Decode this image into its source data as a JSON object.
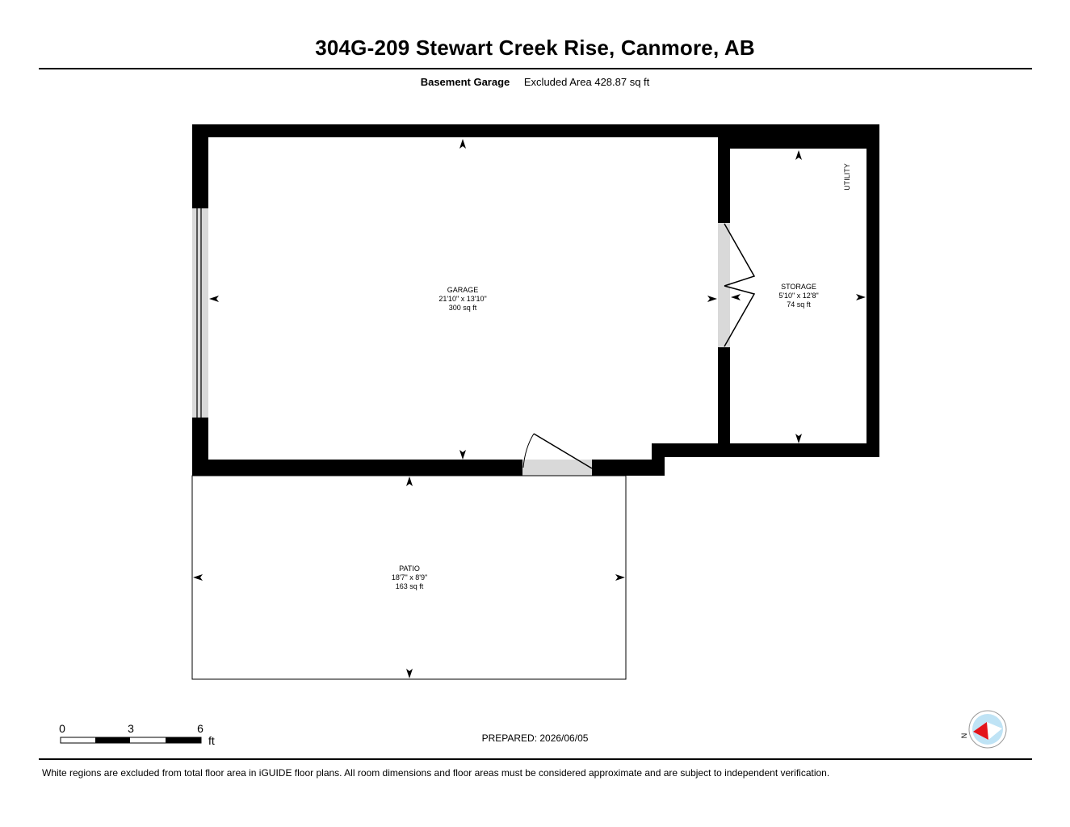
{
  "header": {
    "title": "304G-209 Stewart Creek Rise, Canmore, AB",
    "floor_name": "Basement Garage",
    "area_summary": "Excluded Area 428.87 sq ft"
  },
  "rooms": [
    {
      "name": "GARAGE",
      "dimensions": "21'10\" x 13'10\"",
      "area": "300 sq ft"
    },
    {
      "name": "STORAGE",
      "dimensions": "5'10\" x 12'8\"",
      "area": "74 sq ft"
    },
    {
      "name": "PATIO",
      "dimensions": "18'7\" x 8'9\"",
      "area": "163 sq ft"
    }
  ],
  "labels": {
    "utility": "UTILITY"
  },
  "scale_bar": {
    "ticks": [
      "0",
      "3",
      "6"
    ],
    "unit": "ft"
  },
  "compass": {
    "letter": "N",
    "accent_color": "#e3141b",
    "ring_color": "#bfe3f5"
  },
  "prepared": "PREPARED: 2026/06/05",
  "footer": {
    "disclaimer": "White regions are excluded from total floor area in iGUIDE floor plans. All room dimensions and floor areas must be considered approximate and are subject to independent verification."
  },
  "colors": {
    "wall": "#000000",
    "opening": "#d9d9d9"
  }
}
